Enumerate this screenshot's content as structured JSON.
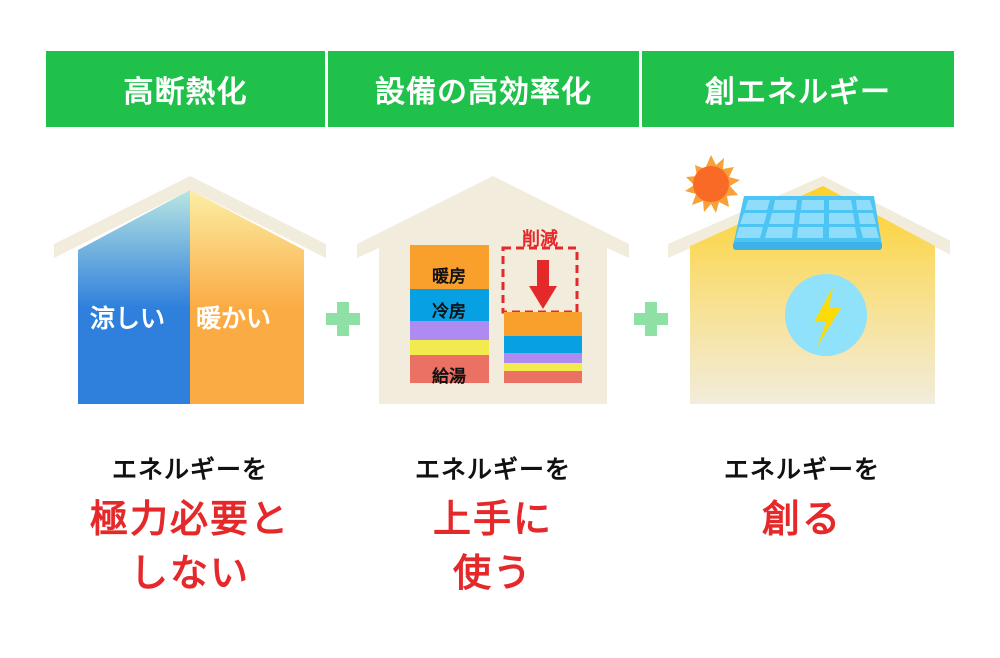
{
  "header": {
    "columns": [
      {
        "label": "高断熱化"
      },
      {
        "label": "設備の高効率化"
      },
      {
        "label": "創エネルギー"
      }
    ],
    "color": "#1fc14a"
  },
  "panels": [
    {
      "house": {
        "left_label": "涼しい",
        "right_label": "暖かい",
        "left_color": "#2f80dc",
        "right_color": "#fbab44"
      },
      "caption_top": "エネルギーを",
      "caption_main_line1": "極力必要と",
      "caption_main_line2": "しない"
    },
    {
      "house": {
        "before_bars": [
          {
            "label": "暖房",
            "color": "#f99f2b"
          },
          {
            "label": "冷房",
            "color": "#07a0e3"
          },
          {
            "label": "",
            "color": "#ae8bf0"
          },
          {
            "label": "",
            "color": "#f2ea4f"
          },
          {
            "label": "給湯",
            "color": "#ea7163"
          }
        ],
        "reduction_label": "削減"
      },
      "caption_top": "エネルギーを",
      "caption_main_line1": "上手に",
      "caption_main_line2": "使う"
    },
    {
      "house": {
        "icons": [
          "sun-icon",
          "solar-panel-icon",
          "lightning-icon"
        ]
      },
      "caption_top": "エネルギーを",
      "caption_main_line1": "創る",
      "caption_main_line2": ""
    }
  ],
  "colors": {
    "accent_red": "#e5282a",
    "plus_green": "#8ee0a4",
    "wall": "#f2ecdc"
  }
}
